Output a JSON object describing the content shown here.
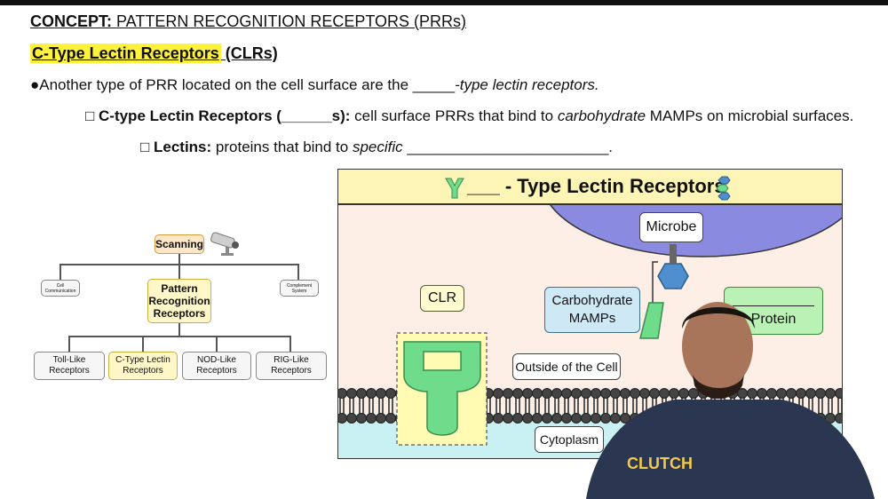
{
  "header": {
    "concept_label": "CONCEPT:",
    "concept_text": " PATTERN RECOGNITION RECEPTORS (PRRs)",
    "subtitle_highlight": "C-Type Lectin Receptors",
    "subtitle_rest": " (CLRs)"
  },
  "bullets": {
    "b1_pre": "●Another type of PRR located on the cell surface are the ",
    "b1_blank": "_____",
    "b1_post": "-type lectin receptors.",
    "b2_box": "□ ",
    "b2_bold": "C-type Lectin Receptors (______s):",
    "b2_text1": " cell surface PRRs that bind to ",
    "b2_italic": "carbohydrate",
    "b2_text2": " MAMPs on microbial surfaces.",
    "b3_box": "□ ",
    "b3_bold": "Lectins:",
    "b3_text1": " proteins that bind to ",
    "b3_italic": "specific",
    "b3_text2": " ________________________."
  },
  "tree": {
    "scanning": "Scanning",
    "center": "Pattern Recognition Receptors",
    "left_small": "Cell Communication",
    "right_small": "Complement System",
    "children": [
      "Toll-Like Receptors",
      "C-Type Lectin Receptors",
      "NOD-Like Receptors",
      "RIG-Like Receptors"
    ]
  },
  "panel": {
    "title": "___ - Type Lectin Receptors",
    "microbe": "Microbe",
    "clr": "CLR",
    "carbohydrate": "Carbohydrate MAMPs",
    "protein_blank": "",
    "protein": "Protein",
    "outside": "Outside of the Cell",
    "cytoplasm": "Cytoplasm"
  },
  "overlay": {
    "shirt_logo": "CLUTCH"
  },
  "colors": {
    "highlight": "#fff23a",
    "panel_bg": "#fdefe6",
    "microbe": "#8a8ae0",
    "clr_green": "#6fdc8c",
    "carb_blue": "#4f8fcf",
    "membrane": "#444444",
    "cytoplasm": "#c9f1f4"
  }
}
